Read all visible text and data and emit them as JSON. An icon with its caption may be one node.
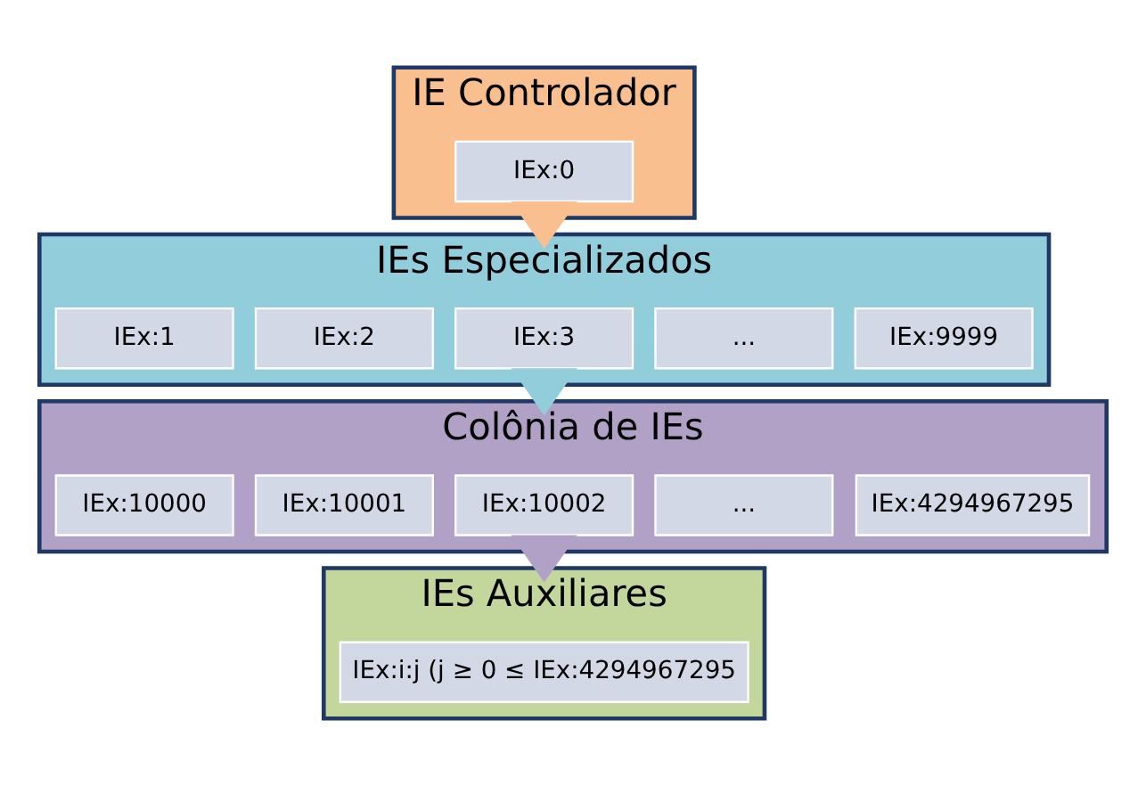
{
  "diagram": {
    "nodes": [
      {
        "text": [
          "IE Controlador"
        ]
      },
      {
        "text": [
          "IEx:0"
        ],
        "in": 0
      },
      {
        "text": [
          "IEs Especializados"
        ]
      },
      {
        "text": [
          "IEx:1"
        ],
        "in": 2
      },
      {
        "text": [
          "IEx:2"
        ],
        "in": 2
      },
      {
        "text": [
          "IEx:3"
        ],
        "in": 2
      },
      {
        "text": [
          "..."
        ],
        "in": 2
      },
      {
        "text": [
          "IEx:9999"
        ],
        "in": 2
      },
      {
        "text": [
          "Colônia de IEs"
        ]
      },
      {
        "text": [
          "IEx:10000"
        ],
        "in": 8
      },
      {
        "text": [
          "IEx:10001"
        ],
        "in": 8
      },
      {
        "text": [
          "IEx:10002"
        ],
        "in": 8
      },
      {
        "text": [
          "..."
        ],
        "in": 8
      },
      {
        "text": [
          "IEx:4294967295"
        ],
        "in": 8
      },
      {
        "text": [
          "IEs Auxiliares"
        ]
      },
      {
        "text": [
          "IEx:i:j (j ≥ 0 ≤ IEx:4294967295"
        ],
        "in": 14
      }
    ],
    "edges": [
      {
        "from": 0,
        "to": 2,
        "arrow": "to",
        "color": "#fabf8f"
      },
      {
        "from": 2,
        "to": 8,
        "arrow": "to",
        "color": "#92cddc"
      },
      {
        "from": 8,
        "to": 14,
        "arrow": "to",
        "color": "#b2a1c7"
      }
    ]
  }
}
